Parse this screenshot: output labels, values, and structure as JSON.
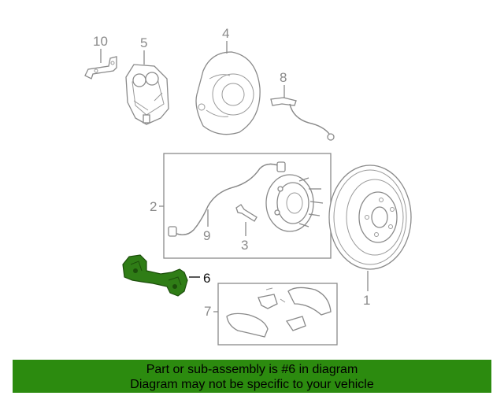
{
  "diagram": {
    "callouts": {
      "c1": "1",
      "c2": "2",
      "c3": "3",
      "c4": "4",
      "c5": "5",
      "c6": "6",
      "c7": "7",
      "c8": "8",
      "c9": "9",
      "c10": "10"
    },
    "highlighted_part": "6",
    "colors": {
      "highlight_fill": "#2f7d16",
      "line": "#8a8a8a"
    }
  },
  "banner": {
    "line1": "Part or sub-assembly is #6 in diagram",
    "line2": "Diagram may not be specific to your vehicle",
    "background": "#2c8b0f"
  }
}
